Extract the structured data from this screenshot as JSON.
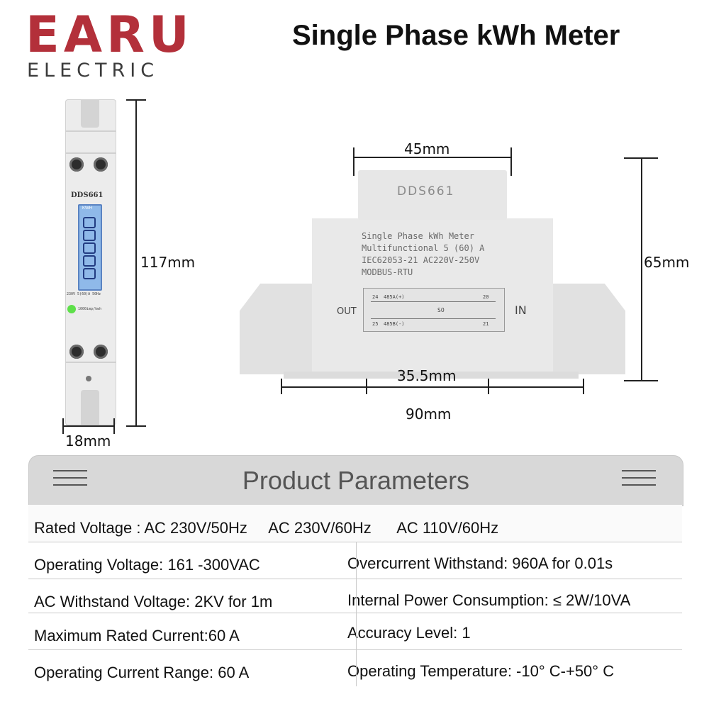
{
  "brand": {
    "name": "EARU",
    "subtitle": "ELECTRIC",
    "color": "#b3303a"
  },
  "page_title": "Single Phase kWh Meter",
  "dimensions": {
    "height": "117mm",
    "width_front": "18mm",
    "top_width": "45mm",
    "depth": "65mm",
    "rail_width": "35.5mm",
    "total_width": "90mm"
  },
  "meter_front": {
    "model": "DDS661",
    "lcd_label": "KWH",
    "spec_line": "230V 5(60)A 50Hz",
    "imp_line": "1000imp/kwh"
  },
  "meter_side": {
    "model": "DDS661",
    "print_lines": [
      "Single Phase kWh Meter",
      "Multifunctional   5 (60) A",
      "IEC62053-21    AC220V-250V",
      "MODBUS-RTU"
    ],
    "out_label": "OUT",
    "in_label": "IN",
    "wiring": {
      "t24": "24",
      "t24_label": "485A(+)",
      "t25": "25",
      "t25_label": "485B(-)",
      "so_label": "SO",
      "t20": "20",
      "t21": "21"
    }
  },
  "parameters": {
    "title": "Product Parameters",
    "rated_voltage": "Rated Voltage : AC 230V/50Hz     AC 230V/60Hz      AC 110V/60Hz",
    "rows": [
      {
        "left": "Operating Voltage: 161 -300VAC",
        "right": "Overcurrent Withstand: 960A for 0.01s"
      },
      {
        "left": "AC Withstand Voltage: 2KV for 1m",
        "right": "Internal Power Consumption: ≤ 2W/10VA"
      },
      {
        "left": "Maximum Rated Current:60 A",
        "right": "Accuracy Level: 1"
      },
      {
        "left": "Operating Current Range: 60 A",
        "right": "Operating Temperature: -10° C-+50° C"
      }
    ]
  }
}
